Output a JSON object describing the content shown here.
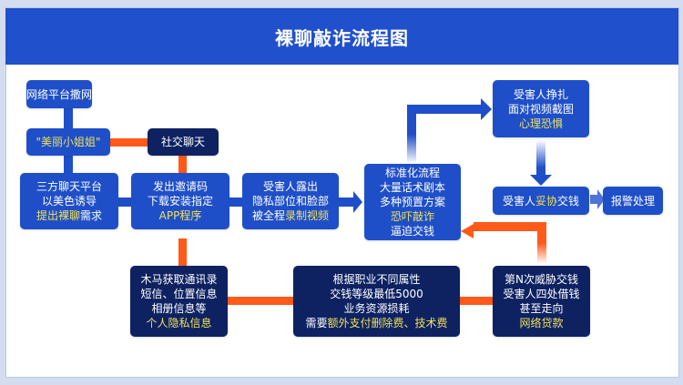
{
  "title": "裸聊敲诈流程图",
  "colors": {
    "header": "#2150cc",
    "box_blue": "#1f4fc8",
    "box_navy": "#0e2262",
    "connector_blue": "#1f4fc8",
    "connector_orange": "#ff5a1a",
    "highlight": "#f0e05a"
  },
  "nodes": {
    "n1": {
      "lines": [
        "网络平台撒网"
      ]
    },
    "n2": {
      "lines": [
        "\"美丽小姐姐\""
      ]
    },
    "n3": {
      "lines": [
        "三方聊天平台",
        "以美色诱导"
      ],
      "highlight": "提出裸聊",
      "tail": "需求"
    },
    "n4": {
      "lines": [
        "社交聊天"
      ]
    },
    "n5": {
      "lines": [
        "发出邀请码",
        "下载安装指定"
      ],
      "highlight": "APP程序"
    },
    "n6": {
      "lines": [
        "受害人露出",
        "隐私部位和脸部"
      ],
      "prefix": "被全程",
      "highlight": "录制视频"
    },
    "n7": {
      "lines": [
        "标准化流程",
        "大量话术剧本",
        "多种预置方案"
      ],
      "highlight": "恐吓敲诈",
      "after": "逼迫交钱"
    },
    "n8": {
      "lines": [
        "受害人挣扎",
        "面对视频截图"
      ],
      "highlight": "心理恐惧"
    },
    "n9": {
      "prefix": "受害人",
      "highlight": "妥协",
      "tail": "交钱"
    },
    "n10": {
      "lines": [
        "报警处理"
      ]
    },
    "n11": {
      "lines": [
        "木马获取通讯录",
        "短信、位置信息",
        "相册信息等"
      ],
      "highlight": "个人隐私信息"
    },
    "n12": {
      "lines": [
        "根据职业不同属性",
        "交钱等级最低5000",
        "业务资源损耗"
      ],
      "prefix": "需要",
      "highlight": "额外支付删除费、技术费"
    },
    "n13": {
      "lines": [
        "第N次威胁交钱",
        "受害人四处借钱",
        "甚至走向"
      ],
      "highlight": "网络贷款"
    }
  }
}
